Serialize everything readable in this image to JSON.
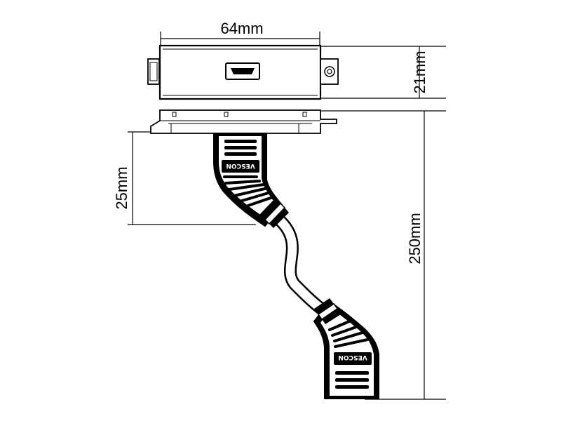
{
  "dimensions": {
    "width_label": "64mm",
    "height_label": "21mm",
    "depth_label": "25mm",
    "cable_label": "250mm"
  },
  "brand": "VESCON",
  "colors": {
    "line": "#000000",
    "background": "#ffffff",
    "fill": "#ffffff"
  }
}
